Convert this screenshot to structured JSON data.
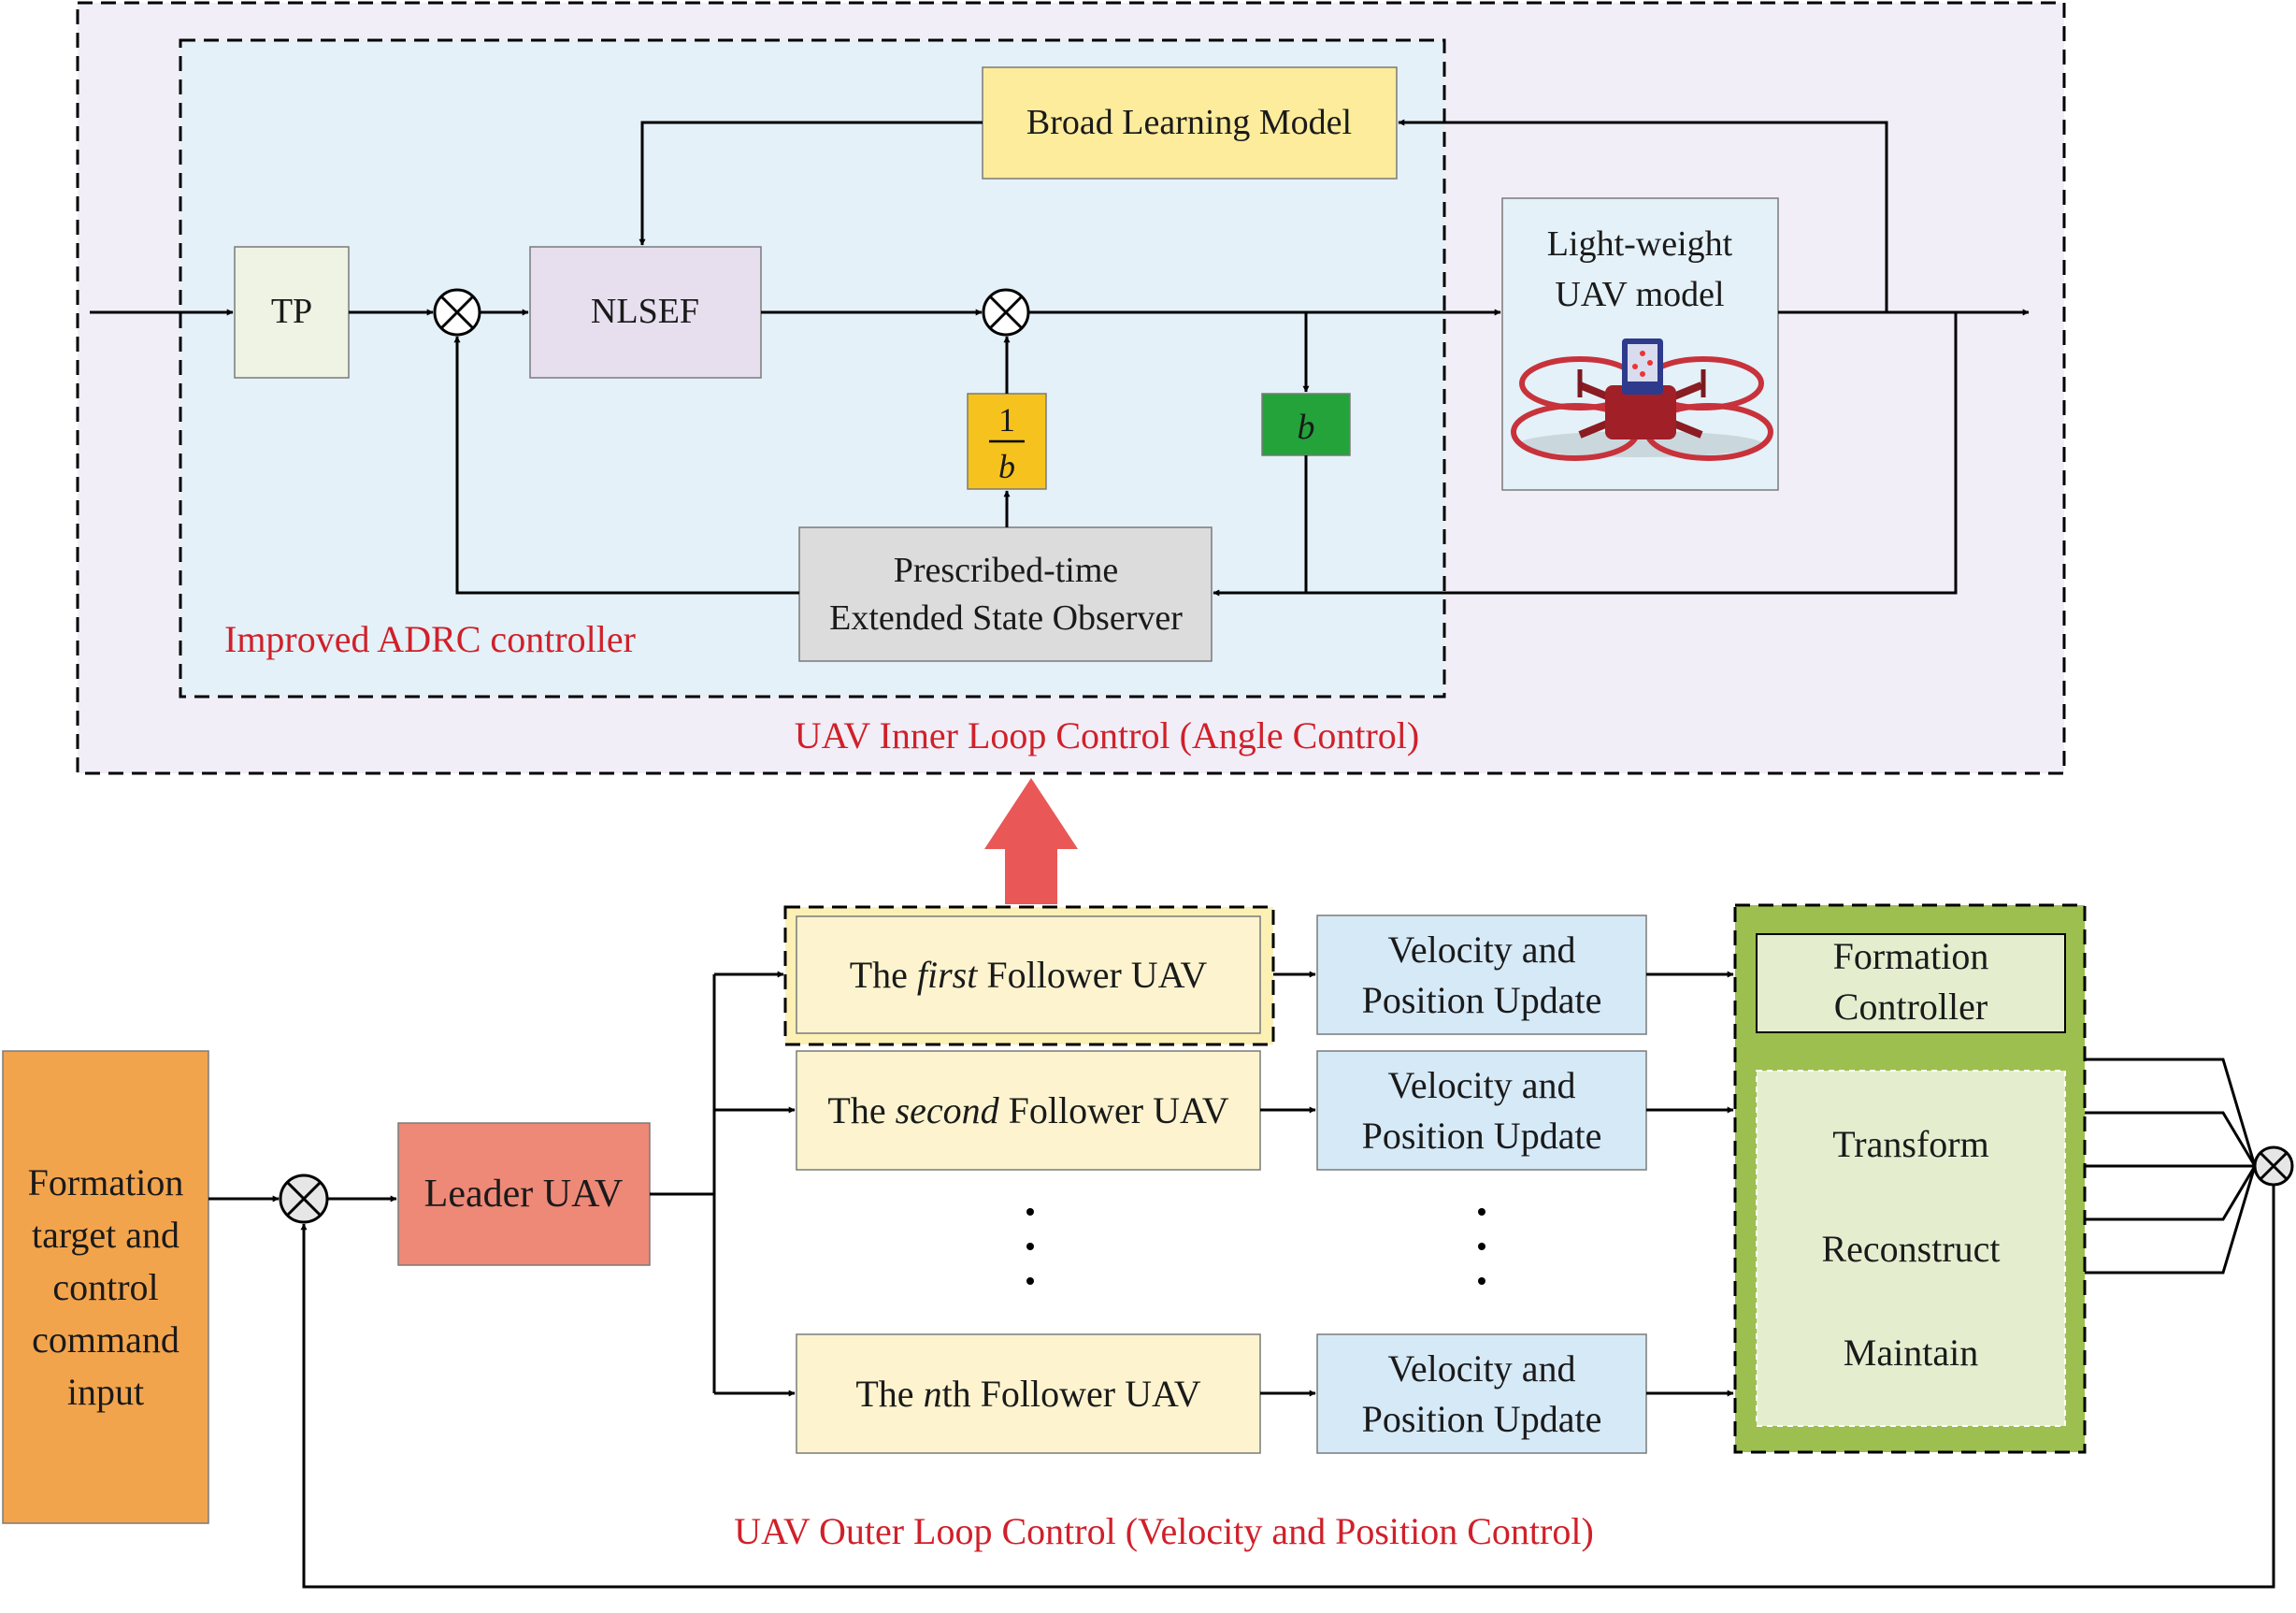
{
  "inner_loop": {
    "title": "UAV Inner Loop Control (Angle Control)",
    "controller_label": "Improved ADRC controller",
    "blocks": {
      "tp": "TP",
      "nlsef": "NLSEF",
      "broad_learning": "Broad Learning Model",
      "uav_model_line1": "Light-weight",
      "uav_model_line2": "UAV model",
      "inv_b_num": "1",
      "inv_b_den": "b",
      "b_gain": "b",
      "eso_line1": "Prescribed-time",
      "eso_line2": "Extended State Observer"
    }
  },
  "outer_loop": {
    "title": "UAV Outer Loop Control (Velocity and Position Control)",
    "formation_input": [
      "Formation",
      "target and",
      "control",
      "command",
      "input"
    ],
    "leader": "Leader UAV",
    "followers": [
      {
        "pre": "The ",
        "ord": "first",
        "post": " Follower UAV"
      },
      {
        "pre": "The ",
        "ord": "second",
        "post": " Follower UAV"
      },
      {
        "pre": "The ",
        "ord": "n",
        "post": "th Follower UAV"
      }
    ],
    "update_line1": "Velocity and",
    "update_line2": "Position Update",
    "formation_controller_line1": "Formation",
    "formation_controller_line2": "Controller",
    "operations": [
      "Transform",
      "Reconstruct",
      "Maintain"
    ]
  },
  "colors": {
    "inner_bg": "#f1eef7",
    "adrc_bg": "#e4f1f8",
    "tp": "#eef3e3",
    "nlsef": "#e7dfee",
    "broad": "#fcec9c",
    "inv_b": "#f6c21d",
    "b_gain": "#23a33a",
    "eso": "#dcdcdc",
    "input": "#f2a44d",
    "leader": "#ee8877",
    "follower": "#fdf4cf",
    "update": "#d6e9f7",
    "formation_outer": "#9dbf4f",
    "formation_inner": "#e4eecf",
    "arrow_up": "#e95757"
  }
}
